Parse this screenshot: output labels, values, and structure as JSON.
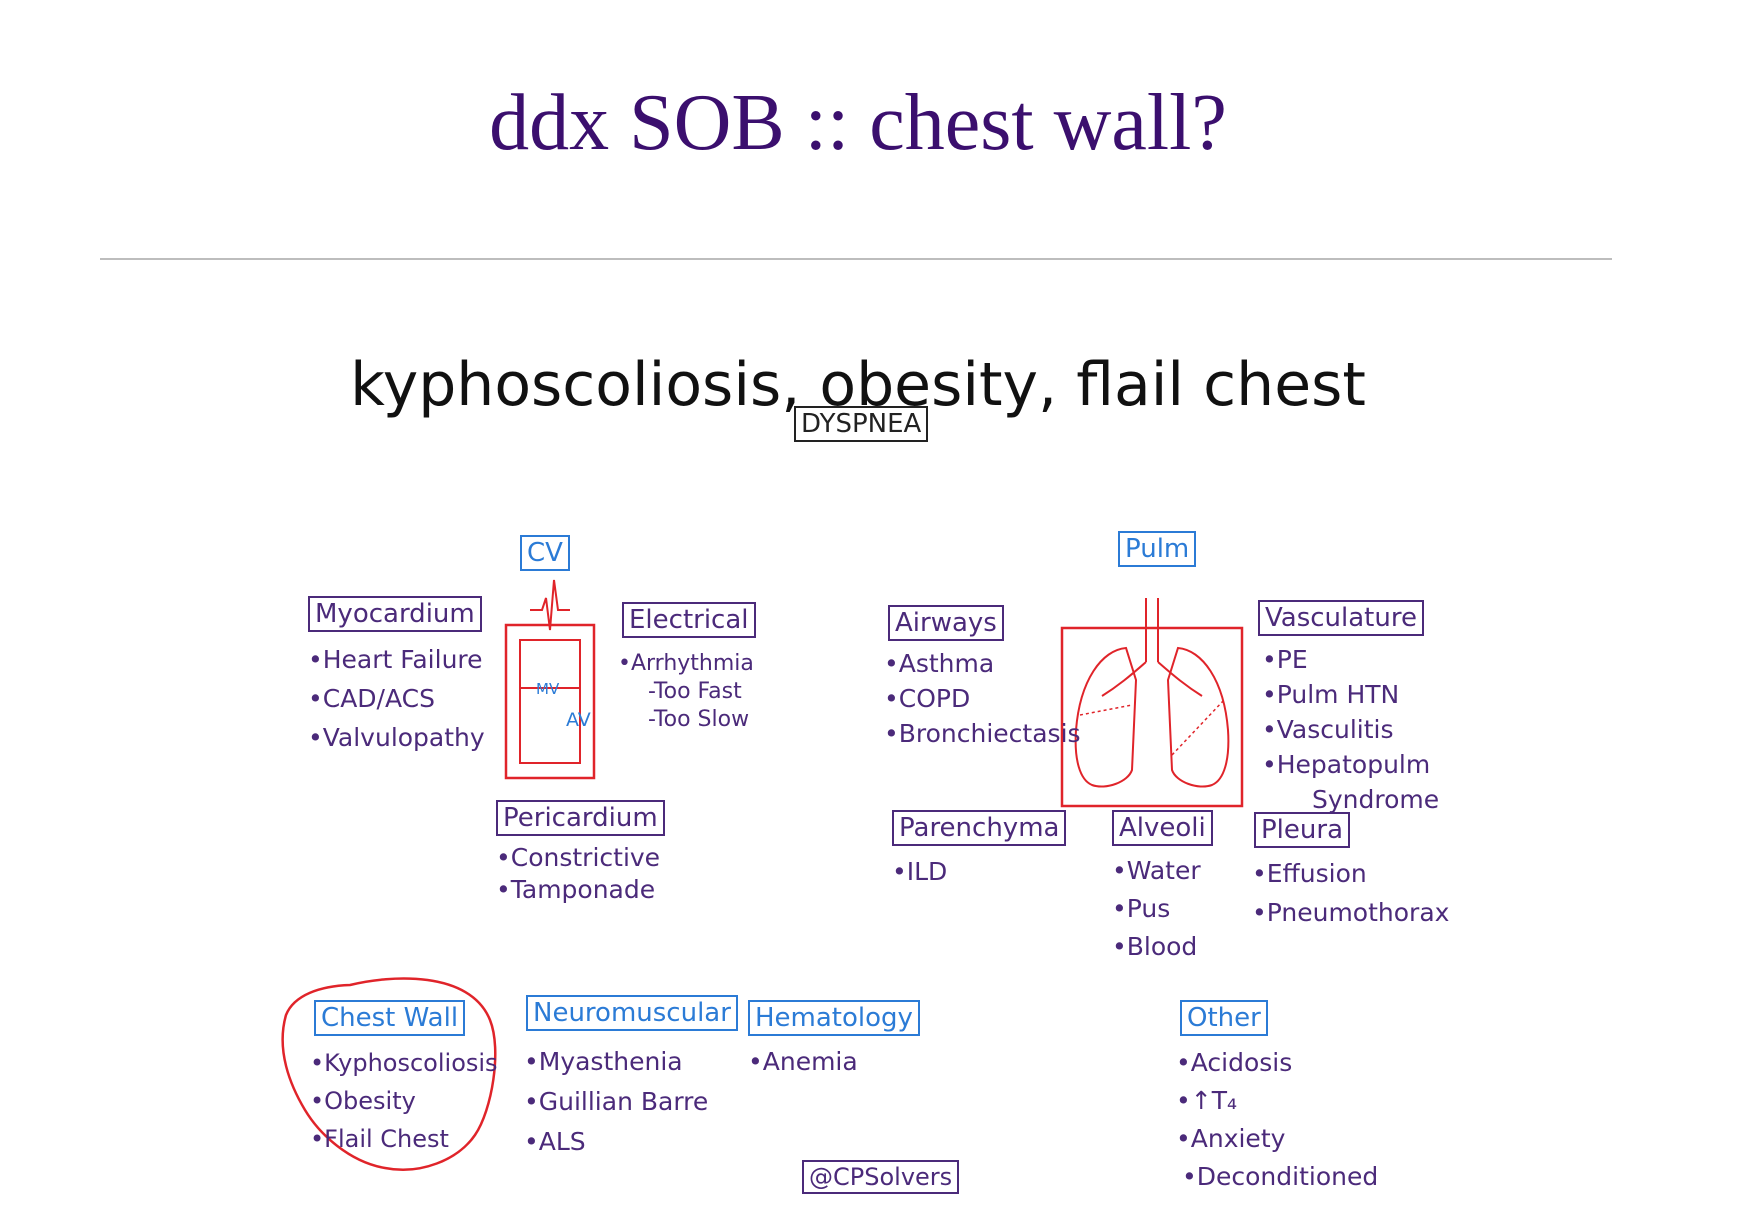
{
  "slide": {
    "title": "ddx SOB :: chest wall?",
    "subtitle": "kyphoscoliosis, obesity, flail chest"
  },
  "diagram": {
    "root": "DYSPNEA",
    "cv": {
      "label": "CV",
      "mv": "MV",
      "av": "AV"
    },
    "pulm": {
      "label": "Pulm"
    },
    "myocardium": {
      "label": "Myocardium",
      "items": [
        "•Heart Failure",
        "•CAD/ACS",
        "•Valvulopathy"
      ]
    },
    "electrical": {
      "label": "Electrical",
      "items": [
        "•Arrhythmia",
        "-Too Fast",
        "-Too Slow"
      ]
    },
    "pericardium": {
      "label": "Pericardium",
      "items": [
        "•Constrictive",
        "•Tamponade"
      ]
    },
    "airways": {
      "label": "Airways",
      "items": [
        "•Asthma",
        "•COPD",
        "•Bronchiectasis"
      ]
    },
    "vasculature": {
      "label": "Vasculature",
      "items": [
        "•PE",
        "•Pulm HTN",
        "•Vasculitis",
        "•Hepatopulm",
        "Syndrome"
      ]
    },
    "parenchyma": {
      "label": "Parenchyma",
      "items": [
        "•ILD"
      ]
    },
    "alveoli": {
      "label": "Alveoli",
      "items": [
        "•Water",
        "•Pus",
        "•Blood"
      ]
    },
    "pleura": {
      "label": "Pleura",
      "items": [
        "•Effusion",
        "•Pneumothorax"
      ]
    },
    "chest_wall": {
      "label": "Chest Wall",
      "items": [
        "•Kyphoscoliosis",
        "•Obesity",
        "•Flail Chest"
      ]
    },
    "neuromuscular": {
      "label": "Neuromuscular",
      "items": [
        "•Myasthenia",
        "•Guillian Barre",
        "•ALS"
      ]
    },
    "hematology": {
      "label": "Hematology",
      "items": [
        "•Anemia"
      ]
    },
    "other": {
      "label": "Other",
      "items": [
        "•Acidosis",
        "•↑T₄",
        "•Anxiety",
        "•Deconditioned"
      ]
    },
    "credit": "@CPSolvers"
  },
  "colors": {
    "title": "#3b0f6e",
    "purple": "#4b2a7a",
    "blue": "#2b7bd6",
    "red": "#e0242a"
  }
}
